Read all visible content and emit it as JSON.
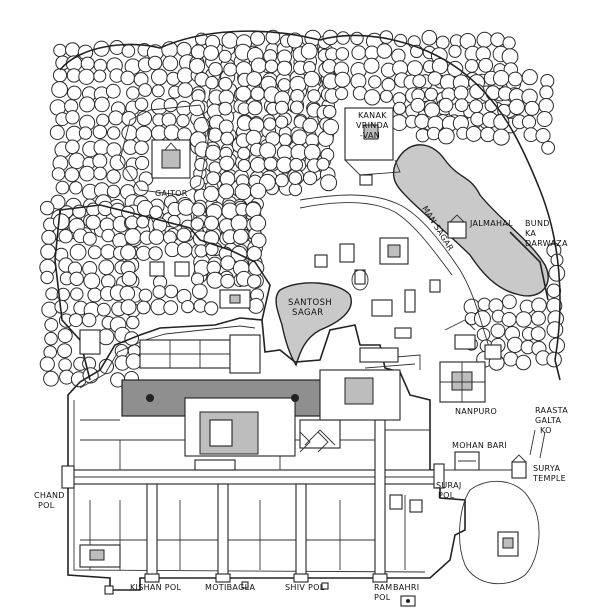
{
  "labels": {
    "gaitor": "GAITOR",
    "kanak_1": "KANAK",
    "kanak_2": "VRINDA",
    "kanak_3": "-VAN",
    "jalmahal": "JALMAHAL",
    "man_sagar": "MAN SAGAR",
    "bund_1": "BUND",
    "bund_2": "KA",
    "bund_3": "DARWAZA",
    "santosh_1": "SANTOSH",
    "santosh_2": "SAGAR",
    "nahargarh": "NANPURO",
    "raasta_1": "RAASTA",
    "raasta_2": "GALTA",
    "raasta_3": "KO",
    "mohan_bari": "MOHAN BARI",
    "surya_1": "SURYA",
    "surya_2": "TEMPLE",
    "suraj_1": "SURAJ",
    "suraj_2": "POL",
    "chand_1": "CHAND",
    "chand_2": "POL",
    "kishan_pol": "KISHAN POL",
    "motibagla": "MOTIBAGLA",
    "shiv_pol": "SHIV POL",
    "ram_1": "RAM",
    "ram_2": "POL",
    "bahri": "BAHRI"
  }
}
